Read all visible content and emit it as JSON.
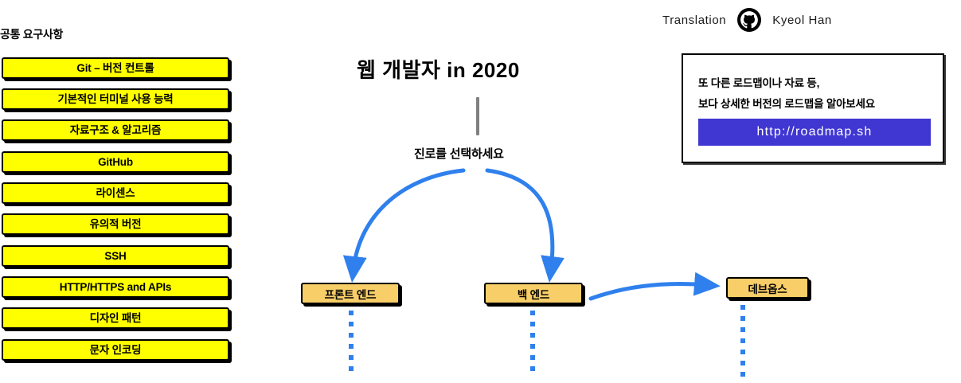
{
  "header": {
    "translation_label": "Translation",
    "translator_name": "Kyeol Han",
    "github_icon": "github-octocat-icon"
  },
  "sidebar": {
    "title": "공통 요구사항",
    "items": [
      {
        "label": "Git – 버전 컨트롤"
      },
      {
        "label": "기본적인 터미널 사용 능력"
      },
      {
        "label": "자료구조 & 알고리즘"
      },
      {
        "label": "GitHub"
      },
      {
        "label": "라이센스"
      },
      {
        "label": "유의적 버전"
      },
      {
        "label": "SSH"
      },
      {
        "label": "HTTP/HTTPS and APIs"
      },
      {
        "label": "디자인 패턴"
      },
      {
        "label": "문자 인코딩"
      }
    ]
  },
  "main": {
    "title": "웹 개발자 in 2020",
    "choose_path_label": "진로를 선택하세요",
    "roles": [
      {
        "label": "프론트 엔드"
      },
      {
        "label": "백 엔드"
      },
      {
        "label": "데브옵스"
      }
    ]
  },
  "info_card": {
    "line1": "또 다른 로드맵이나 자료 등,",
    "line2": "보다 상세한 버전의 로드맵을 알아보세요",
    "button_label": "http://roadmap.sh"
  },
  "colors": {
    "requirement_fill": "#FFFF00",
    "role_fill": "#F7CE68",
    "arrow_blue": "#2F80ED",
    "button_indigo": "#4036D2",
    "stem_gray": "#808080",
    "outline_black": "#000000"
  }
}
